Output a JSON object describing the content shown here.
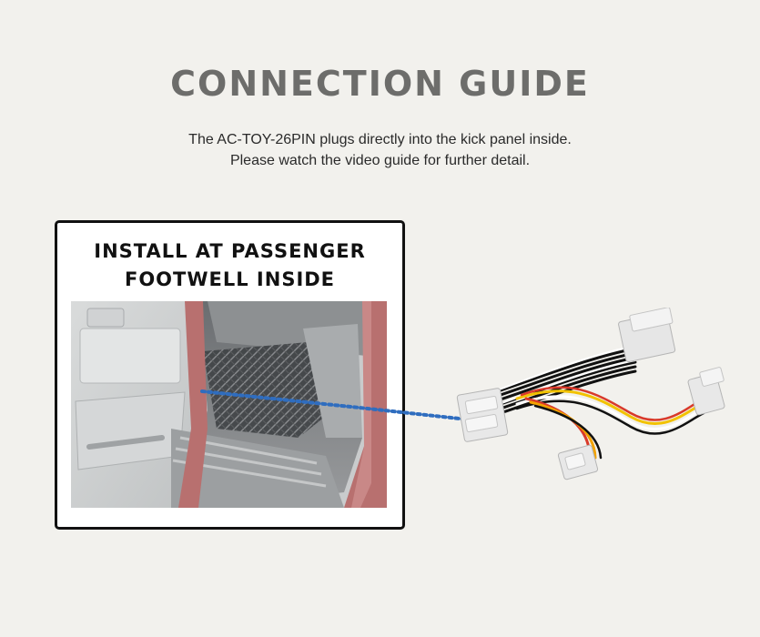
{
  "header": {
    "title": "CONNECTION GUIDE",
    "subtitle_line1": "The AC-TOY-26PIN plugs directly into the kick panel inside.",
    "subtitle_line2": "Please watch the video guide for further detail."
  },
  "install_card": {
    "title_line1": "INSTALL AT PASSENGER",
    "title_line2": "FOOTWELL INSIDE"
  },
  "colors": {
    "background": "#f2f1ed",
    "title": "#6d6d6b",
    "dotted_line": "#2f6dbf",
    "car_body": "#b8706f"
  },
  "icons": [
    "footwell-photo",
    "wiring-harness-illustration"
  ]
}
